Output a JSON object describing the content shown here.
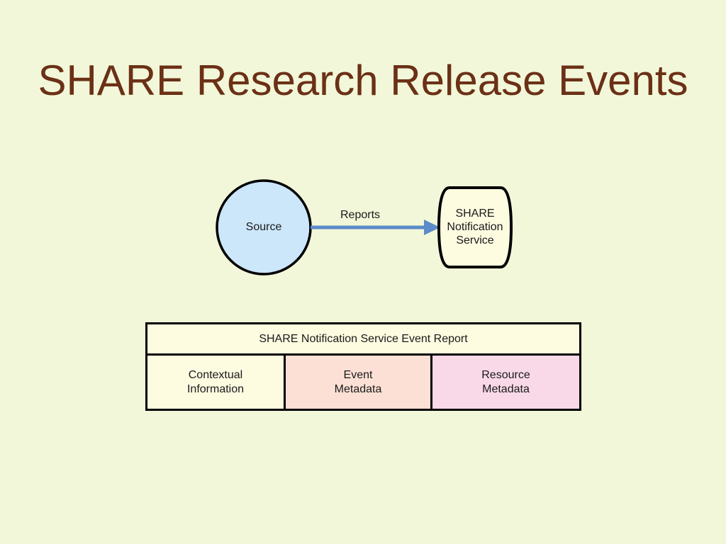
{
  "slide": {
    "title": "SHARE Research Release Events",
    "background_color": "#f2f7d9",
    "title_color": "#6b3016"
  },
  "diagram": {
    "source_node": {
      "label": "Source",
      "shape": "circle",
      "fill_color": "#cce6fa",
      "stroke_color": "#000000"
    },
    "service_node": {
      "label_line1": "SHARE",
      "label_line2": "Notification",
      "label_line3": "Service",
      "shape": "barrel",
      "fill_color": "#fdfbe0",
      "stroke_color": "#000000"
    },
    "flow_arrow": {
      "label": "Reports",
      "color": "#5b8bc8",
      "direction": "left-to-right"
    }
  },
  "event_report_table": {
    "header": "SHARE Notification Service Event Report",
    "header_fill": "#fdfbe0",
    "columns": [
      {
        "line1": "Contextual",
        "line2": "Information",
        "fill": "#fdfbe0"
      },
      {
        "line1": "Event",
        "line2": "Metadata",
        "fill": "#fce0d5"
      },
      {
        "line1": "Resource",
        "line2": "Metadata",
        "fill": "#f9d9e8"
      }
    ]
  }
}
